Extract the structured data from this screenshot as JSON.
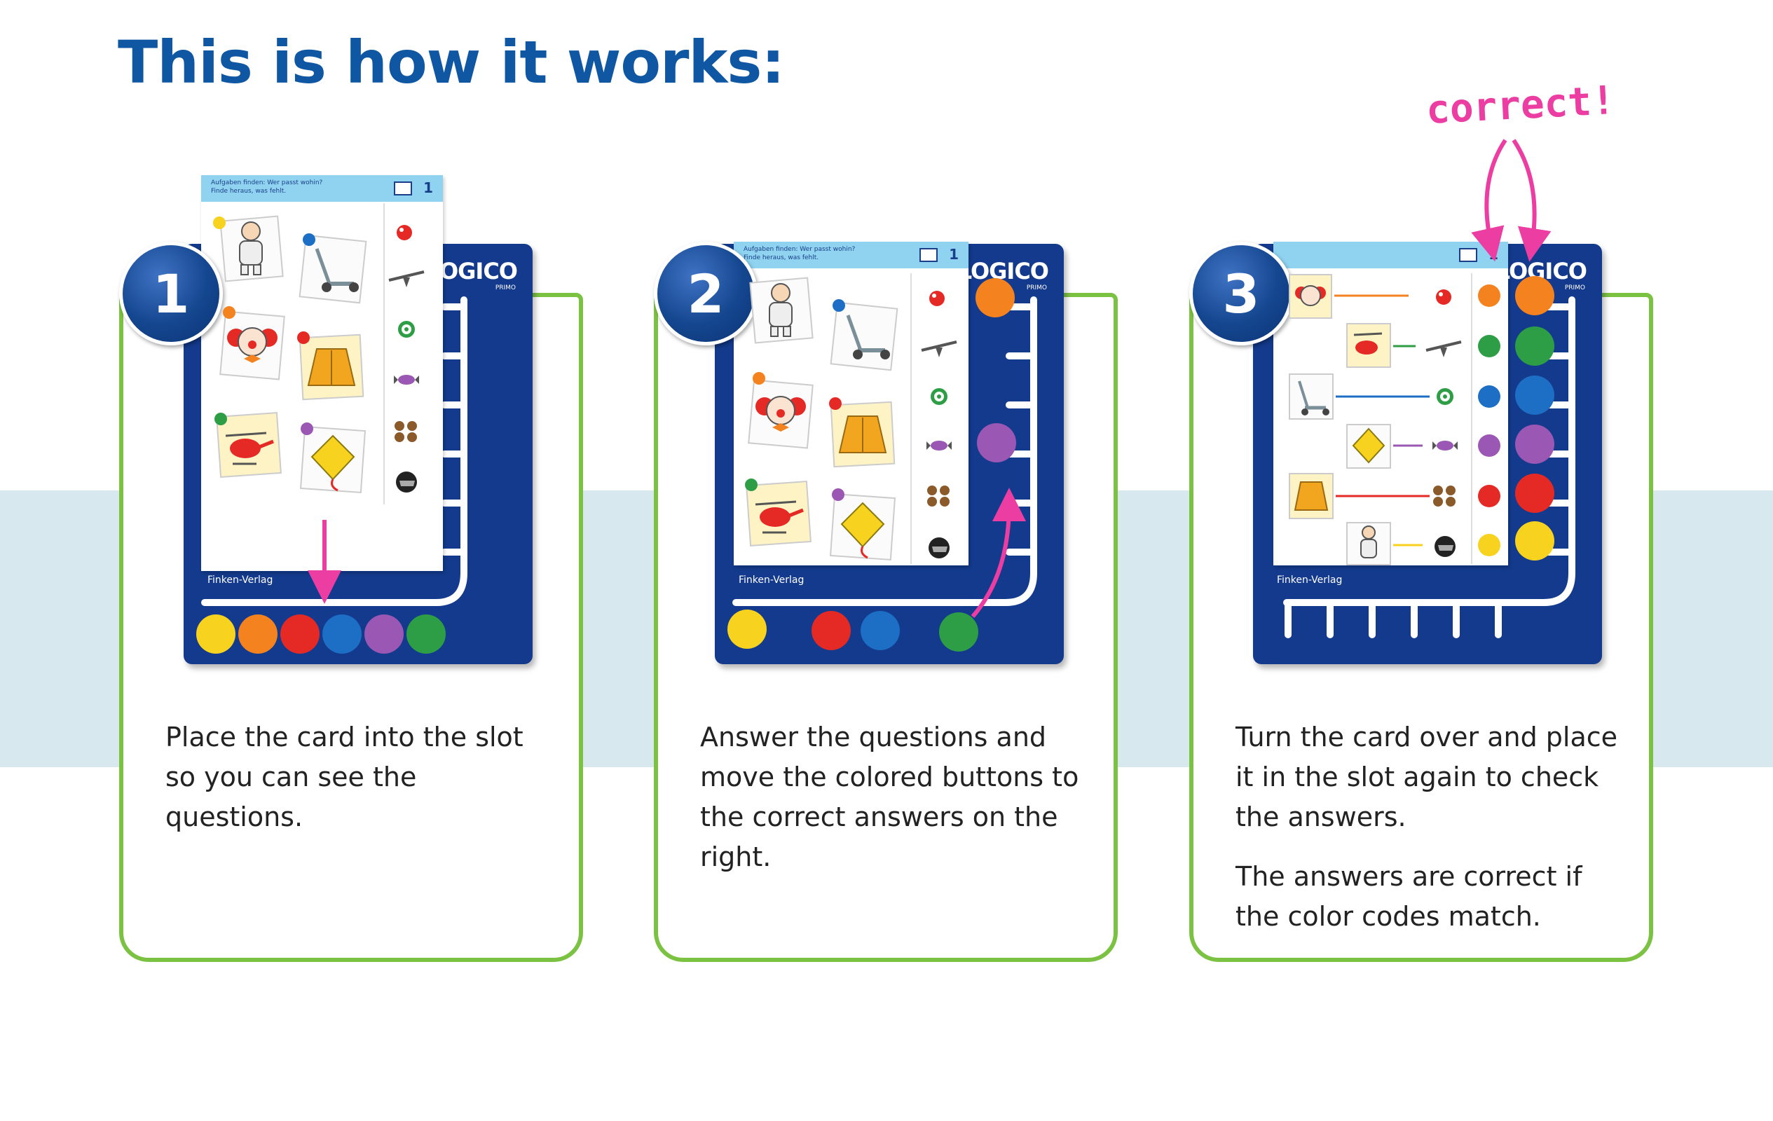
{
  "page": {
    "title": "This is how it works:"
  },
  "steps": [
    {
      "number": "1",
      "paragraphs": [
        "Place the card into the slot so you can see the questions."
      ]
    },
    {
      "number": "2",
      "paragraphs": [
        "Answer the questions and move the colored buttons to the correct answers on the right."
      ]
    },
    {
      "number": "3",
      "paragraphs": [
        "Turn the card over and place it in the slot again to check the answers.",
        "The answers are correct if the color codes match."
      ]
    }
  ],
  "board": {
    "logo": "LOGICO",
    "logo_sub": "PRIMO",
    "publisher": "Finken-Verlag",
    "sheet_number": "1",
    "sheet_header_line1": "Aufgaben finden: Wer passt wohin?",
    "sheet_header_line2": "Finde heraus, was fehlt."
  },
  "annotation": {
    "correct_label": "correct!"
  },
  "colors": {
    "title_blue": "#0f57a3",
    "card_green": "#7cc242",
    "band": "#d8e8ef",
    "board_blue": "#133a8c",
    "arrow_pink": "#ec3ea2",
    "button_yellow": "#f7d21e",
    "button_orange": "#f4821f",
    "button_red": "#e52a25",
    "button_blue": "#1c6fc4",
    "button_purple": "#9a57b3",
    "button_green": "#2e9e46"
  },
  "icons": {
    "pictures": [
      "astronaut-icon",
      "scooter-icon",
      "clown-icon",
      "raincoat-icon",
      "helicopter-icon",
      "kite-icon"
    ],
    "answers": [
      "clown-nose-icon",
      "seesaw-icon",
      "target-icon",
      "candy-icon",
      "cookies-icon",
      "helmet-icon"
    ]
  }
}
